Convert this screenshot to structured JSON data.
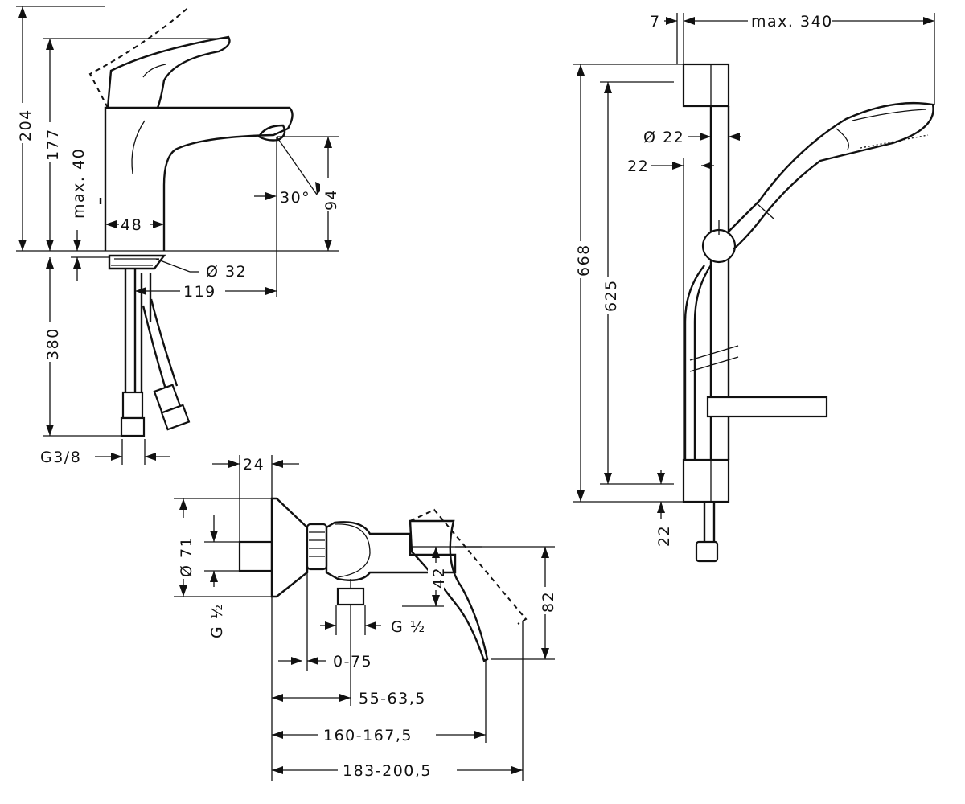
{
  "basin_mixer": {
    "height_total": "204",
    "height_spout": "177",
    "max_lift": "max. 40",
    "body_width": "48",
    "pivot_angle": "30°",
    "outlet_height": "94",
    "hole_diameter": "Ø  32",
    "projection": "119",
    "hose_length": "380",
    "connection_thread": "G3/8"
  },
  "shower_mixer": {
    "wall_depth": "24",
    "rosette_diameter": "Ø  71",
    "supply_thread": "G ½",
    "outlet_thread": "G ½",
    "lever_height": "42",
    "lever_total_height": "82",
    "eccentric_range": "0-75",
    "dim_a": "55-63,5",
    "dim_b": "160-167,5",
    "dim_c": "183-200,5"
  },
  "shower_rail": {
    "wall_offset": "7",
    "max_reach": "max. 340",
    "rail_diameter": "Ø 22",
    "rail_gap": "22",
    "total_length": "668",
    "bracket_distance": "625",
    "bottom_offset": "22"
  }
}
